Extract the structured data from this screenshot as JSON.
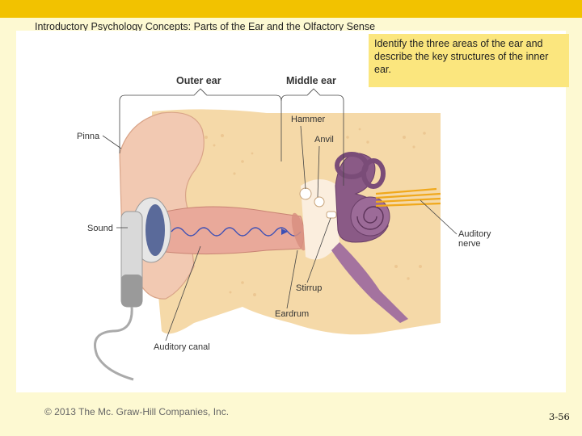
{
  "slide": {
    "title": "Introductory Psychology Concepts: Parts of the Ear and the Olfactory Sense",
    "callout": "Identify the three areas of the ear and describe the key structures of the inner ear.",
    "copyright": "© 2013 The Mc. Graw-Hill Companies, Inc.",
    "slide_number": "3-56"
  },
  "diagram": {
    "region_labels": {
      "outer_ear": "Outer ear",
      "middle_ear": "Middle ear"
    },
    "part_labels": {
      "pinna": "Pinna",
      "sound": "Sound",
      "hammer": "Hammer",
      "anvil": "Anvil",
      "auditory_nerve_line1": "Auditory",
      "auditory_nerve_line2": "nerve",
      "stirrup": "Stirrup",
      "eardrum": "Eardrum",
      "auditory_canal": "Auditory canal"
    }
  },
  "colors": {
    "top_bar": "#f2c200",
    "background": "#fdf9d2",
    "callout": "#fbe67e",
    "bone": "#f5d9a8",
    "skin": "#f2c9b2",
    "inner_ear": "#8a5a86",
    "nerve": "#f0a81c"
  }
}
